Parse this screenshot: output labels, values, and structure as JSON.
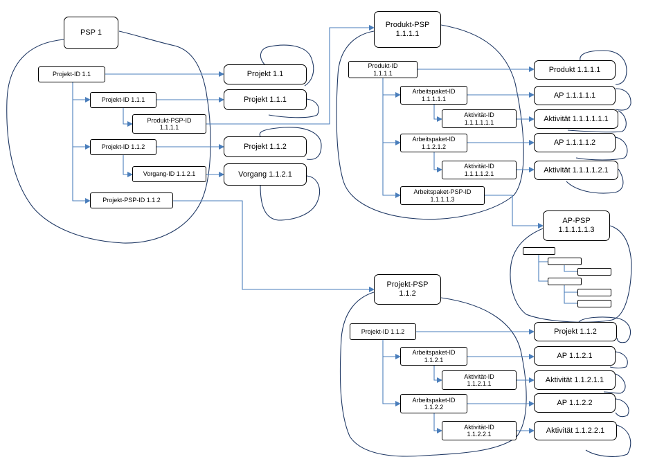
{
  "colors": {
    "connector": "#4a7ebb",
    "outline": "#1f3864",
    "box_border": "#000000"
  },
  "groups": {
    "psp1": {
      "title": "PSP 1",
      "id_projekt_1_1": "Projekt-ID 1.1",
      "id_projekt_1_1_1": "Projekt-ID 1.1.1",
      "id_produkt_psp_1_1_1_1": "Produkt-PSP-ID\n1.1.1.1",
      "id_projekt_1_1_2": "Projekt-ID 1.1.2",
      "id_vorgang_1_1_2_1": "Vorgang-ID 1.1.2.1",
      "id_projekt_psp_1_1_2": "Projekt-PSP-ID 1.1.2"
    },
    "objects": {
      "projekt_1_1": "Projekt 1.1",
      "projekt_1_1_1": "Projekt 1.1.1",
      "projekt_1_1_2": "Projekt 1.1.2",
      "vorgang_1_1_2_1": "Vorgang 1.1.2.1"
    },
    "produkt_psp": {
      "title": "Produkt-PSP\n1.1.1.1",
      "id_produkt": "Produkt-ID\n1.1.1.1",
      "id_ap_1": "Arbeitspaket-ID\n1.1.1.1.1",
      "id_akt_1": "Aktivität-ID\n1.1.1.1.1.1",
      "id_ap_2": "Arbeitspaket-ID\n1.1.2.1.2",
      "id_akt_2": "Aktivität-ID\n1.1.1.1.2.1",
      "id_ap_psp": "Arbeitspaket-PSP-ID\n1.1.1.1.3",
      "obj_produkt": "Produkt 1.1.1.1",
      "obj_ap_1": "AP 1.1.1.1.1",
      "obj_akt_1": "Aktivität 1.1.1.1.1.1",
      "obj_ap_2": "AP 1.1.1.1.2",
      "obj_akt_2": "Aktivität 1.1.1.1.2.1"
    },
    "ap_psp": {
      "title": "AP-PSP\n1.1.1.1.1.3"
    },
    "projekt_psp": {
      "title": "Projekt-PSP\n1.1.2",
      "id_projekt": "Projekt-ID 1.1.2",
      "id_ap_1": "Arbeitspaket-ID\n1.1.2.1",
      "id_akt_1": "Aktivität-ID\n1.1.2.1.1",
      "id_ap_2": "Arbeitspaket-ID\n1.1.2.2",
      "id_akt_2": "Aktivität-ID\n1.1.2.2.1",
      "obj_projekt": "Projekt 1.1.2",
      "obj_ap_1": "AP 1.1.2.1",
      "obj_akt_1": "Aktivität 1.1.2.1.1",
      "obj_ap_2": "AP 1.1.2.2",
      "obj_akt_2": "Aktivität 1.1.2.2.1"
    }
  }
}
